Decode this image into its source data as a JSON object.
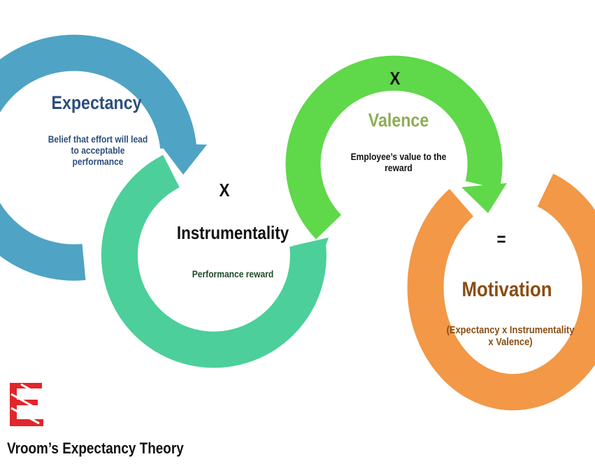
{
  "diagram": {
    "title": "Vroom’s Expectancy Theory",
    "expectancy": {
      "label": "Expectancy",
      "description": "Belief that effort will lead to acceptable performance",
      "color": "#4fa3c4"
    },
    "operator_1": "X",
    "instrumentality": {
      "label": "Instrumentality",
      "description": "Performance reward",
      "color": "#4ccf9a"
    },
    "operator_2": "X",
    "valence": {
      "label": "Valence",
      "description": "Employee’s value to the reward",
      "color": "#5fd84a"
    },
    "operator_3": "=",
    "motivation": {
      "label": "Motivation",
      "description": "(Expectancy x Instrumentality x Valence)",
      "color": "#f29847"
    },
    "logo_color": "#e0262b",
    "logo_icon": "stylized-e-logo-icon"
  }
}
